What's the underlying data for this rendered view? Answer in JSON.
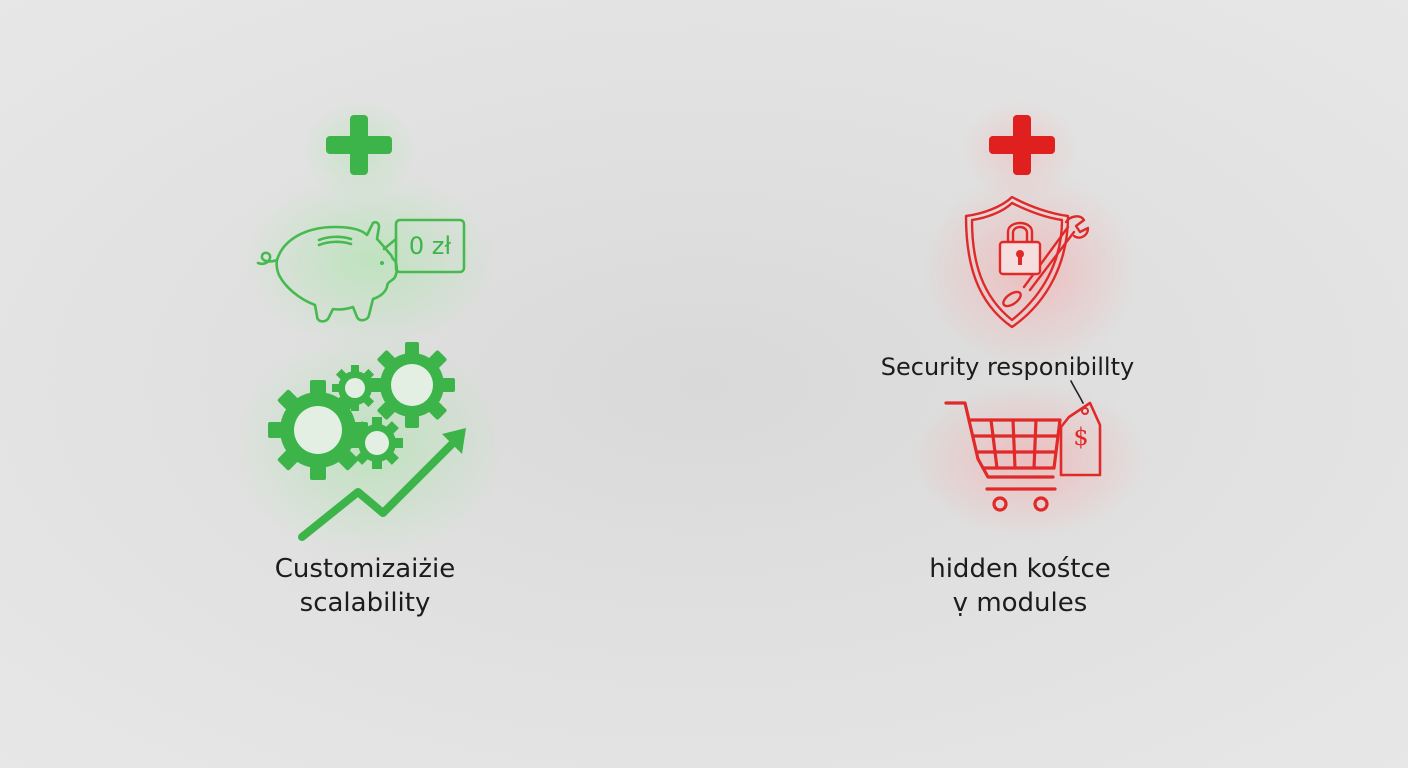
{
  "colors": {
    "background": "#e2e2e2",
    "positive": "#3cb44a",
    "negative": "#e01f1f",
    "text": "#1c1c1c"
  },
  "pros": {
    "plus_icon": "plus-icon",
    "savings": {
      "icon": "piggy-bank-icon",
      "price_tag": "0 zł"
    },
    "scalability": {
      "icon": "gears-growth-arrow-icon",
      "label_line1": "Customizaiżie",
      "label_line2": "scalability"
    }
  },
  "cons": {
    "plus_icon": "plus-icon",
    "security": {
      "icon": "shield-lock-wrench-icon",
      "label": "Security responibillty"
    },
    "hidden_costs": {
      "icon": "shopping-cart-price-tag-icon",
      "price_tag_symbol": "$",
      "label_line1": "hidden kośtce",
      "label_line2": "ṿ modules"
    }
  }
}
